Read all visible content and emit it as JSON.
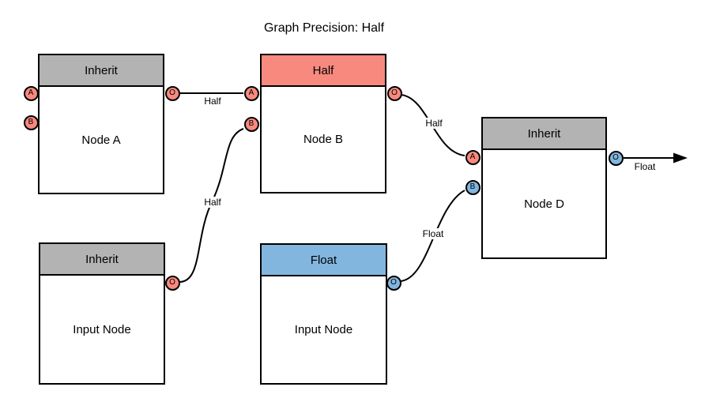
{
  "title": "Graph Precision: Half",
  "colors": {
    "header_gray": "#B3B3B3",
    "salmon": "#F8897E",
    "blue": "#82B6DF",
    "border": "#000000",
    "background": "#FFFFFF"
  },
  "nodes": [
    {
      "id": "node-a",
      "header": "Inherit",
      "header_color": "gray",
      "label": "Node A"
    },
    {
      "id": "node-b",
      "header": "Half",
      "header_color": "salmon",
      "label": "Node B"
    },
    {
      "id": "node-d",
      "header": "Inherit",
      "header_color": "gray",
      "label": "Node D"
    },
    {
      "id": "input-node-1",
      "header": "Inherit",
      "header_color": "gray",
      "label": "Input Node"
    },
    {
      "id": "input-node-2",
      "header": "Float",
      "header_color": "blue",
      "label": "Input Node"
    }
  ],
  "ports": [
    {
      "node": "node-a",
      "letter": "A",
      "color": "salmon"
    },
    {
      "node": "node-a",
      "letter": "B",
      "color": "salmon"
    },
    {
      "node": "node-a",
      "letter": "O",
      "color": "salmon"
    },
    {
      "node": "node-b",
      "letter": "A",
      "color": "salmon"
    },
    {
      "node": "node-b",
      "letter": "B",
      "color": "salmon"
    },
    {
      "node": "node-b",
      "letter": "O",
      "color": "salmon"
    },
    {
      "node": "node-d",
      "letter": "A",
      "color": "salmon"
    },
    {
      "node": "node-d",
      "letter": "B",
      "color": "blue"
    },
    {
      "node": "node-d",
      "letter": "O",
      "color": "blue"
    },
    {
      "node": "input-node-1",
      "letter": "O",
      "color": "salmon"
    },
    {
      "node": "input-node-2",
      "letter": "O",
      "color": "blue"
    }
  ],
  "edges": [
    {
      "from": "node-a.O",
      "to": "node-b.A",
      "label": "Half"
    },
    {
      "from": "input-node-1.O",
      "to": "node-b.B",
      "label": "Half"
    },
    {
      "from": "node-b.O",
      "to": "node-d.A",
      "label": "Half"
    },
    {
      "from": "input-node-2.O",
      "to": "node-d.B",
      "label": "Float"
    },
    {
      "from": "node-d.O",
      "to": "output-arrow",
      "label": "Float"
    }
  ]
}
